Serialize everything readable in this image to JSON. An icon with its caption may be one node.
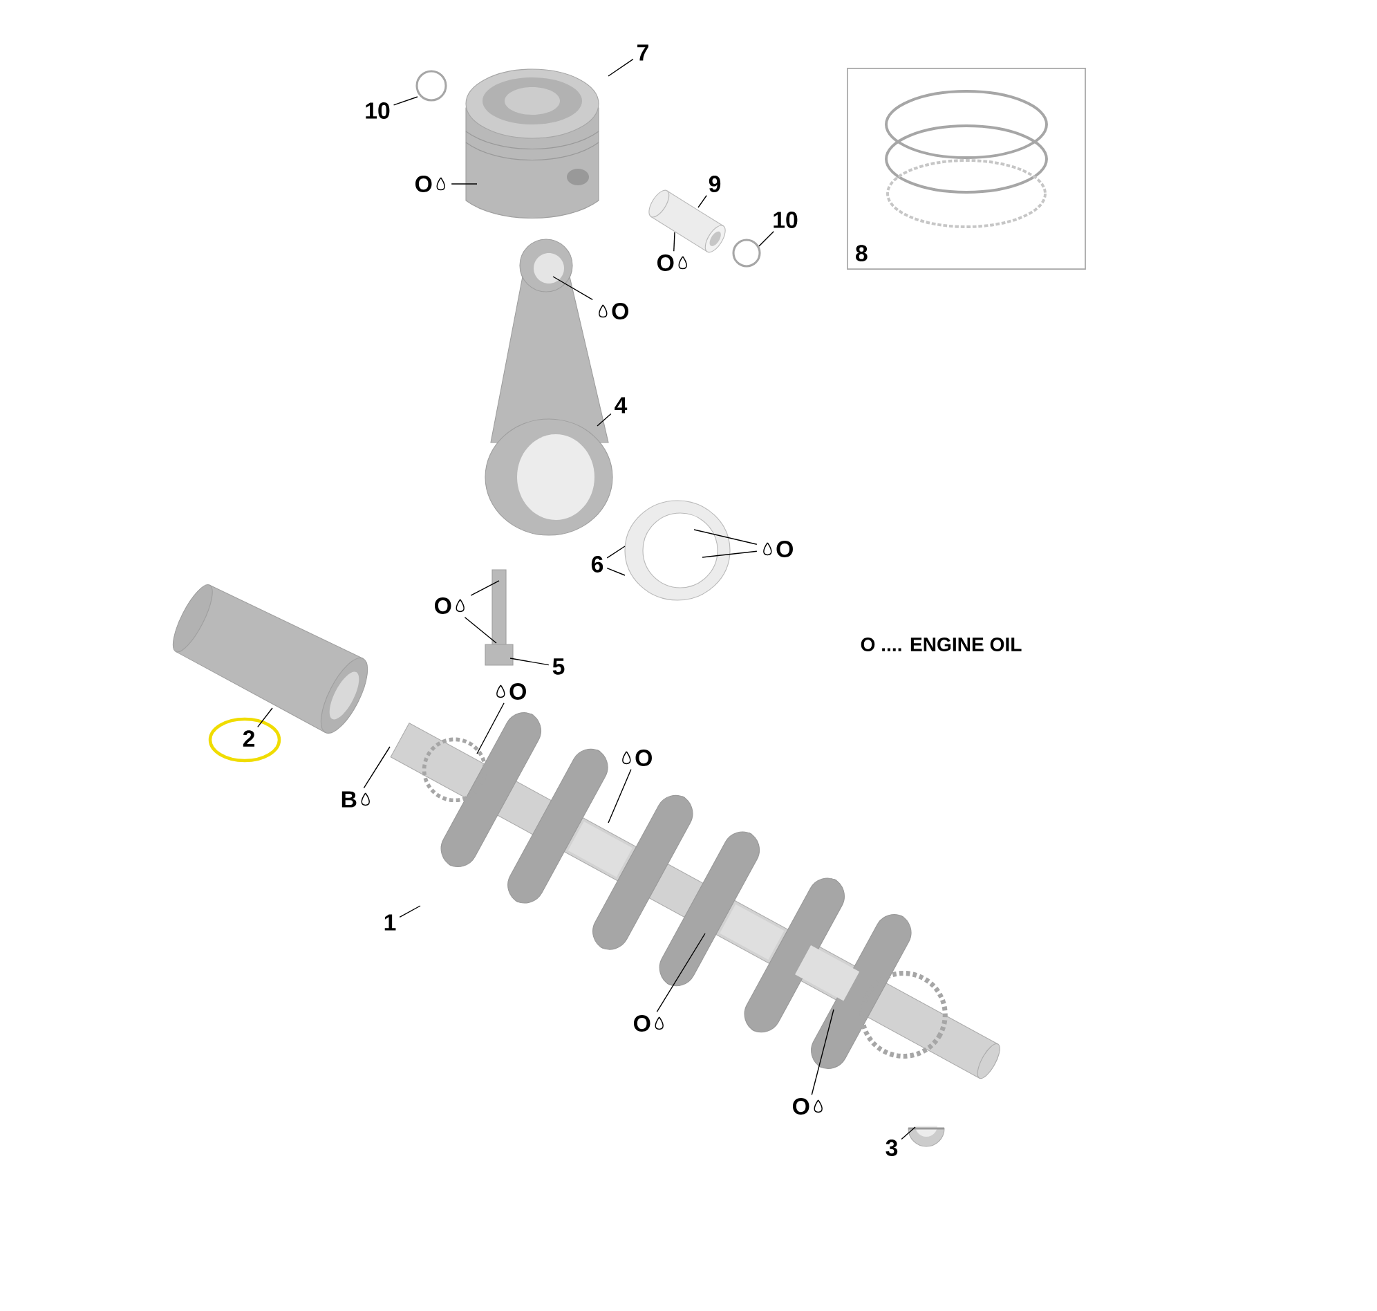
{
  "diagram": {
    "nodes": [
      {
        "text": [
          "7"
        ]
      },
      {
        "text": [],
        "shape": "picture"
      },
      {
        "text": [
          "10"
        ]
      },
      {
        "text": [],
        "shape": "circle"
      },
      {
        "text": [
          "O"
        ]
      },
      {
        "text": [
          "8"
        ]
      },
      {
        "text": [
          "9"
        ]
      },
      {
        "text": [],
        "shape": "picture"
      },
      {
        "text": [
          "O"
        ]
      },
      {
        "text": [
          "10"
        ]
      },
      {
        "text": [],
        "shape": "circle"
      },
      {
        "text": [
          "O"
        ]
      },
      {
        "text": [],
        "shape": "picture"
      },
      {
        "text": [
          "4"
        ]
      },
      {
        "text": [],
        "shape": "picture"
      },
      {
        "text": [
          "6"
        ]
      },
      {
        "text": [
          "O"
        ]
      },
      {
        "text": [
          "O"
        ]
      },
      {
        "text": [],
        "shape": "picture"
      },
      {
        "text": [
          "5"
        ]
      },
      {
        "text": [],
        "shape": "picture"
      },
      {
        "text": [
          "2"
        ]
      },
      {
        "text": [
          "O"
        ]
      },
      {
        "text": [],
        "shape": "picture"
      },
      {
        "text": [
          "B"
        ]
      },
      {
        "text": [
          "O"
        ]
      },
      {
        "text": [
          "1"
        ]
      },
      {
        "text": [
          "O"
        ]
      },
      {
        "text": [
          "O"
        ]
      },
      {
        "text": [],
        "shape": "picture"
      },
      {
        "text": [
          "3"
        ]
      }
    ],
    "edges": [
      {
        "from": 0,
        "to": 1,
        "arrow": "none"
      },
      {
        "from": 2,
        "to": 3,
        "arrow": "none"
      },
      {
        "from": 4,
        "to": 1,
        "arrow": "none"
      },
      {
        "from": 6,
        "to": 7,
        "arrow": "none"
      },
      {
        "from": 8,
        "to": 7,
        "arrow": "none"
      },
      {
        "from": 9,
        "to": 10,
        "arrow": "none"
      },
      {
        "from": 11,
        "to": 12,
        "arrow": "none"
      },
      {
        "from": 13,
        "to": 12,
        "arrow": "none"
      },
      {
        "from": 15,
        "to": 14,
        "arrow": "none"
      },
      {
        "from": 15,
        "to": 14,
        "arrow": "none"
      },
      {
        "from": 16,
        "to": 14,
        "arrow": "none"
      },
      {
        "from": 16,
        "to": 14,
        "arrow": "none"
      },
      {
        "from": 17,
        "to": 18,
        "arrow": "none"
      },
      {
        "from": 17,
        "to": 18,
        "arrow": "none"
      },
      {
        "from": 19,
        "to": 18,
        "arrow": "none"
      },
      {
        "from": 21,
        "to": 20,
        "arrow": "none"
      },
      {
        "from": 22,
        "to": 23,
        "arrow": "none"
      },
      {
        "from": 24,
        "to": 23,
        "arrow": "none"
      },
      {
        "from": 25,
        "to": 23,
        "arrow": "none"
      },
      {
        "from": 26,
        "to": 23,
        "arrow": "none"
      },
      {
        "from": 27,
        "to": 23,
        "arrow": "none"
      },
      {
        "from": 28,
        "to": 23,
        "arrow": "none"
      },
      {
        "from": 30,
        "to": 29,
        "arrow": "none"
      }
    ],
    "labels": [
      "O .... ENGINE OIL"
    ]
  }
}
